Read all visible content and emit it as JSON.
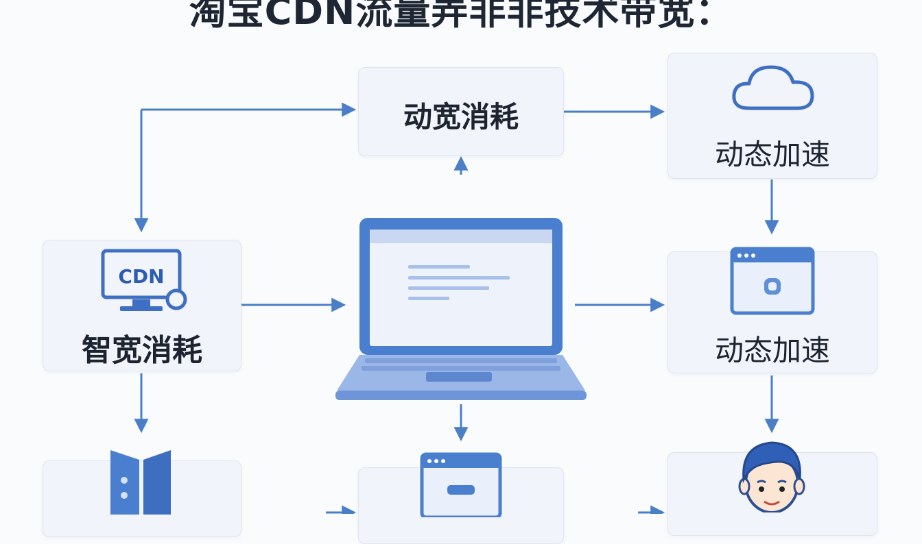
{
  "title": "淘宝CDN流量弄非非技术带宽：",
  "nodes": {
    "top_center": {
      "label": "动宽消耗"
    },
    "top_right": {
      "label": "动态加速"
    },
    "mid_left": {
      "label": "智宽消耗",
      "icon": "cdn-monitor-icon",
      "icon_text": "CDN"
    },
    "mid_right": {
      "label": "动态加速",
      "icon": "browser-window-icon"
    },
    "bottom_left": {
      "label": "",
      "icon": "server-rack-icon"
    },
    "bottom_center": {
      "label": "",
      "icon": "browser-window-icon"
    },
    "bottom_right": {
      "label": "",
      "icon": "user-avatar-icon"
    }
  },
  "center_icon": "laptop-icon",
  "colors": {
    "arrow": "#4a7fc8",
    "icon_blue": "#3f6fc2",
    "node_fill": "#f1f4fa",
    "node_border": "#dfe5ef",
    "text": "#1d2430"
  }
}
